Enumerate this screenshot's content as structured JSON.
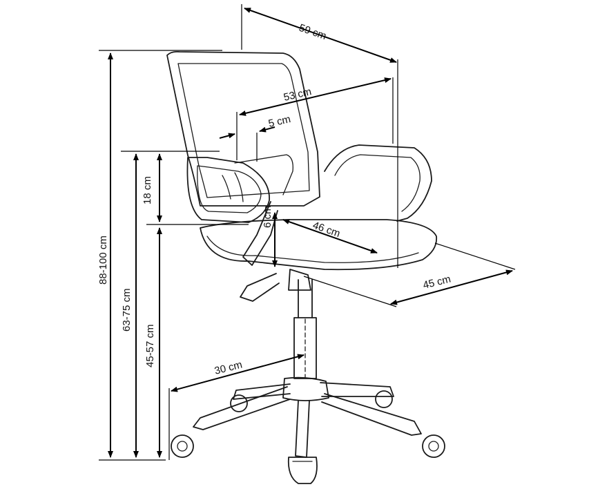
{
  "dimensions": {
    "total_height": "88-100 cm",
    "armrest_height": "63-75 cm",
    "seat_height": "45-57 cm",
    "armrest_above_seat": "18 cm",
    "total_width": "59 cm",
    "backrest_width": "53 cm",
    "backrest_frame": "5 cm",
    "seat_cushion": "6 cm",
    "seat_width": "46 cm",
    "seat_depth": "45 cm",
    "base_radius": "30 cm"
  },
  "colors": {
    "line": "#1a1a1a",
    "background": "#ffffff"
  }
}
